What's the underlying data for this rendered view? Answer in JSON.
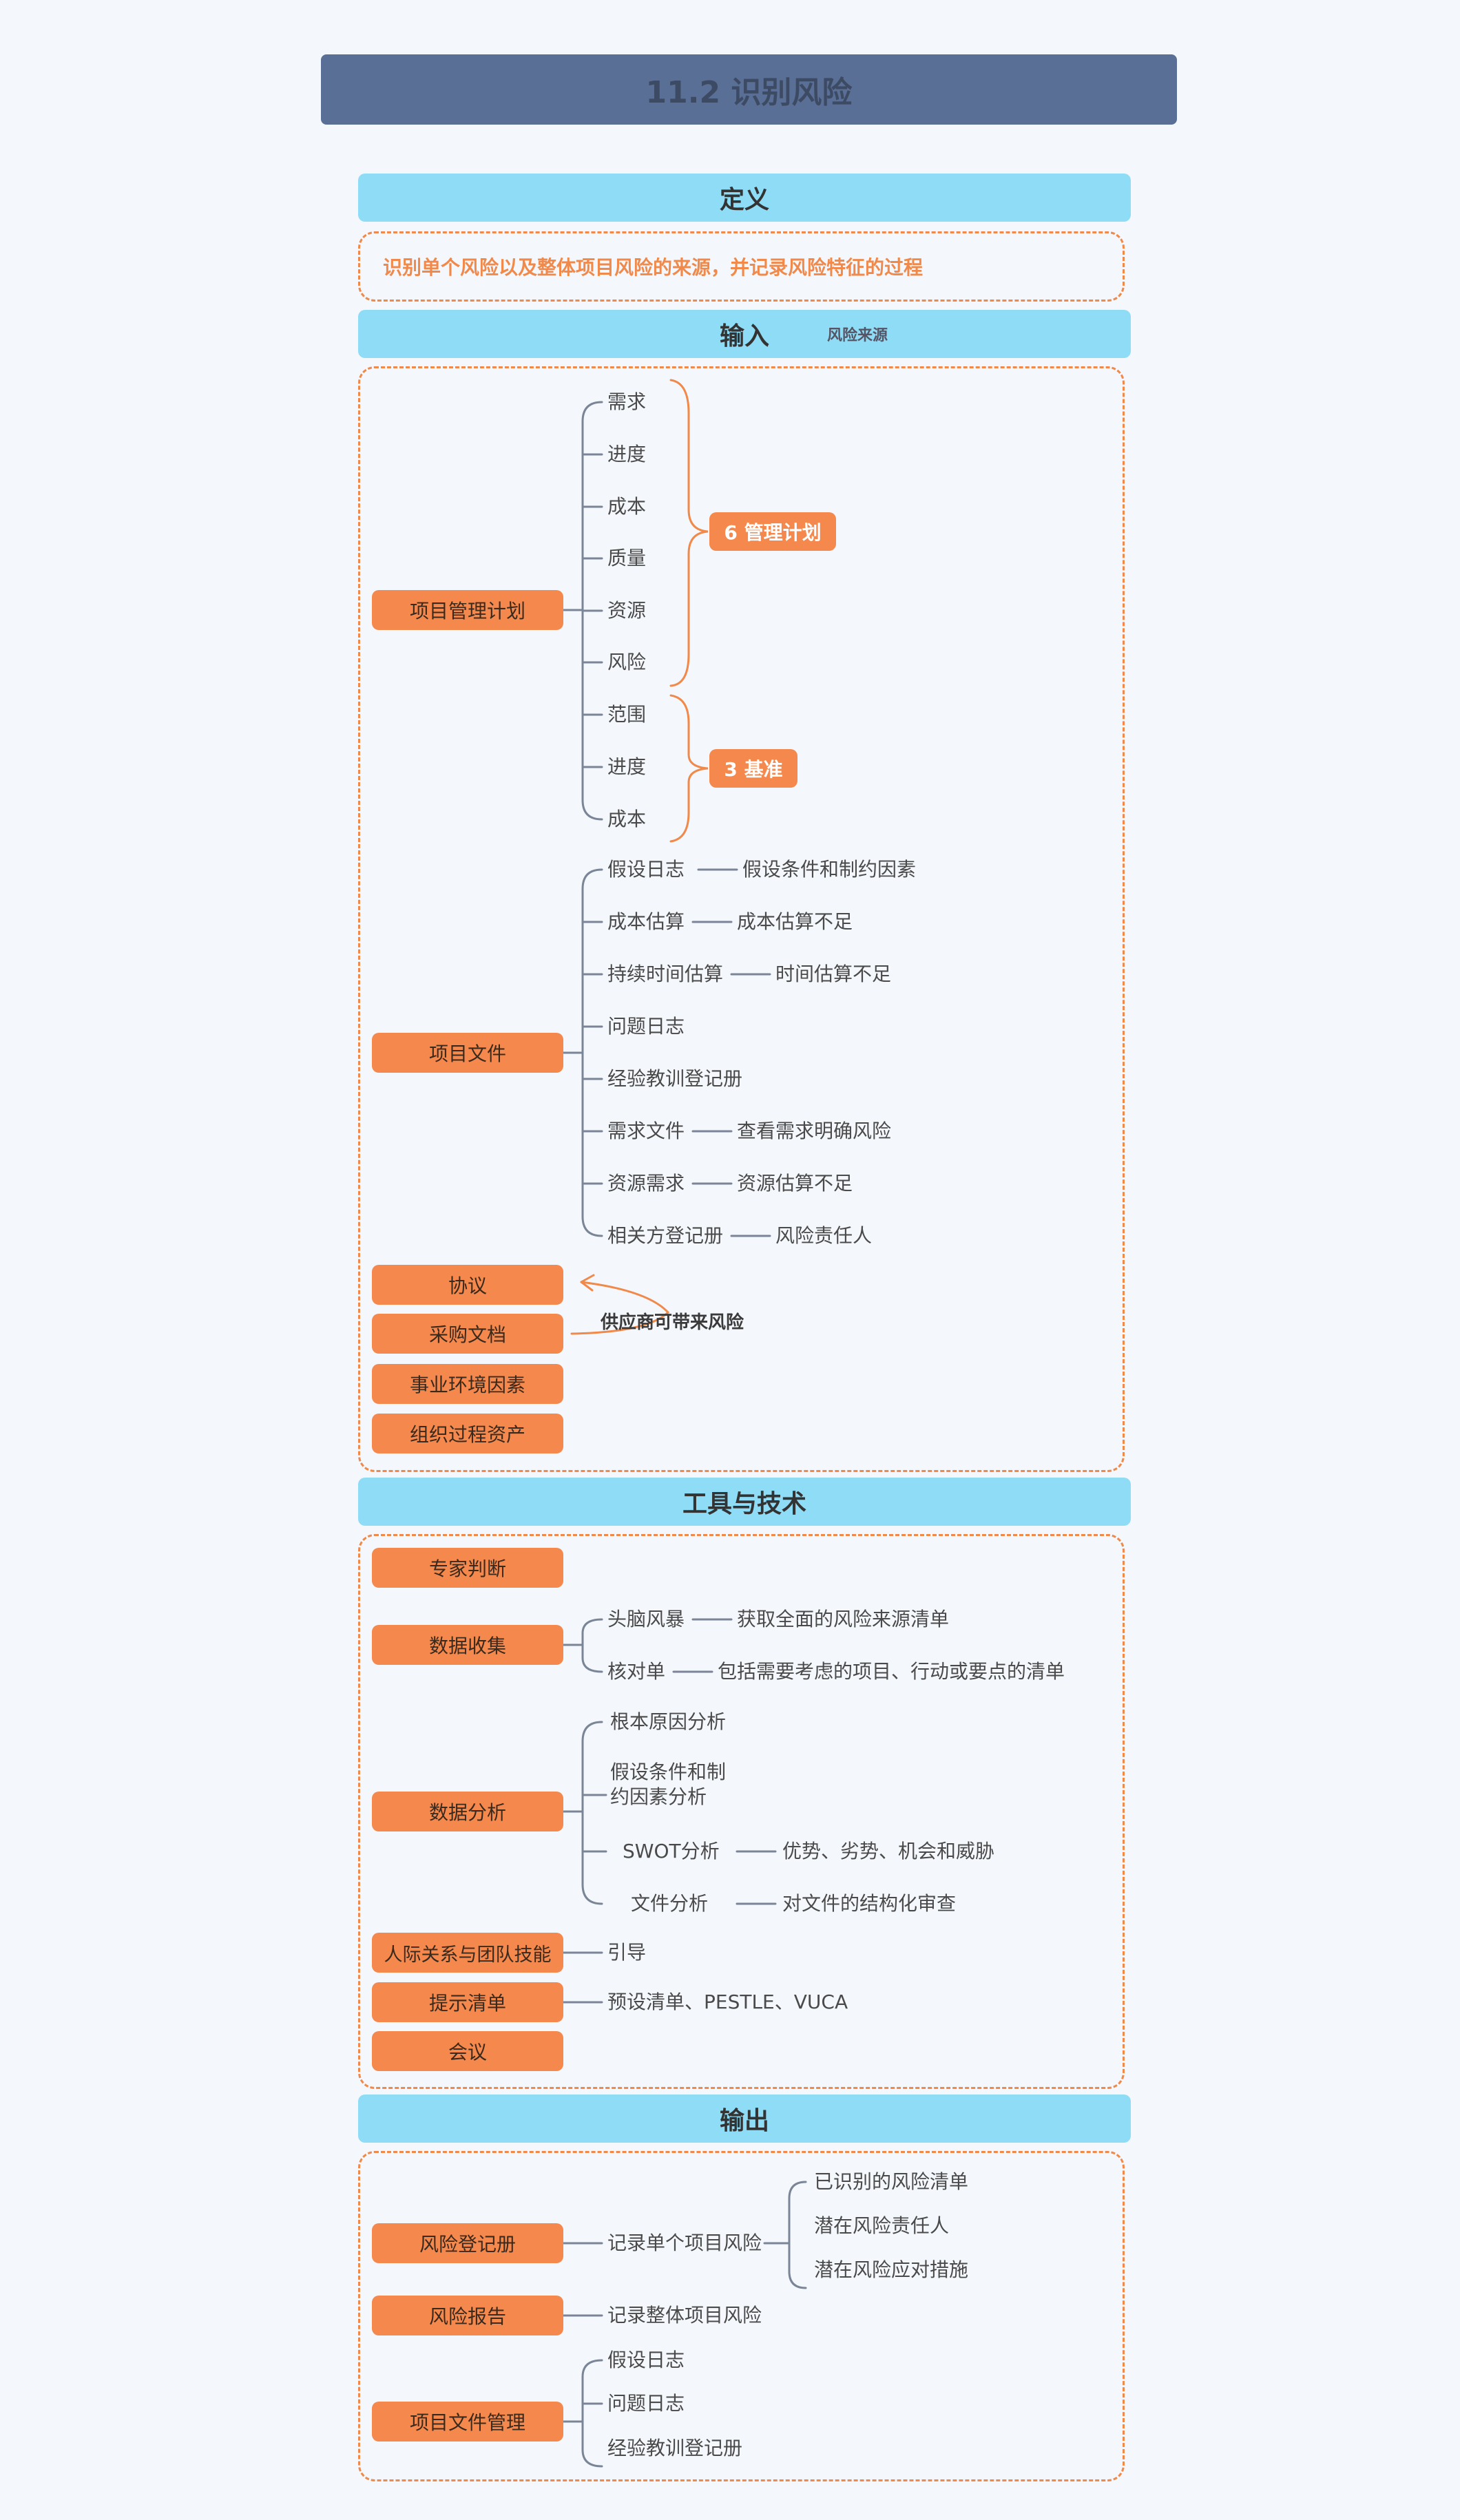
{
  "title": "11.2 识别风险",
  "definition": {
    "header": "定义",
    "text": "识别单个风险以及整体项目风险的来源，并记录风险特征的过程"
  },
  "inputs": {
    "header": "输入",
    "aside": "风险来源",
    "pm_plan": {
      "label": "项目管理计划",
      "items": [
        "需求",
        "进度",
        "成本",
        "质量",
        "资源",
        "风险",
        "范围",
        "进度",
        "成本"
      ],
      "group_plans": "6 管理计划",
      "group_baselines": "3 基准"
    },
    "project_docs": {
      "label": "项目文件",
      "items": [
        {
          "name": "假设日志",
          "note": "假设条件和制约因素"
        },
        {
          "name": "成本估算",
          "note": "成本估算不足"
        },
        {
          "name": "持续时间估算",
          "note": "时间估算不足"
        },
        {
          "name": "问题日志",
          "note": ""
        },
        {
          "name": "经验教训登记册",
          "note": ""
        },
        {
          "name": "需求文件",
          "note": "查看需求明确风险"
        },
        {
          "name": "资源需求",
          "note": "资源估算不足"
        },
        {
          "name": "相关方登记册",
          "note": "风险责任人"
        }
      ]
    },
    "agreements": "协议",
    "procurement": "采购文档",
    "supplier_note": "供应商可带来风险",
    "eef": "事业环境因素",
    "opa": "组织过程资产"
  },
  "tools": {
    "header": "工具与技术",
    "expert": "专家判断",
    "data_gathering": {
      "label": "数据收集",
      "items": [
        {
          "name": "头脑风暴",
          "note": "获取全面的风险来源清单"
        },
        {
          "name": "核对单",
          "note": "包括需要考虑的项目、行动或要点的清单"
        }
      ]
    },
    "data_analysis": {
      "label": "数据分析",
      "items": [
        {
          "name": "根本原因分析",
          "note": ""
        },
        {
          "name": "假设条件和制\n约因素分析",
          "note": ""
        },
        {
          "name": "SWOT分析",
          "note": "优势、劣势、机会和威胁"
        },
        {
          "name": "文件分析",
          "note": "对文件的结构化审查"
        }
      ]
    },
    "interpersonal": {
      "label": "人际关系与团队技能",
      "item": "引导"
    },
    "prompt_lists": {
      "label": "提示清单",
      "item": "预设清单、PESTLE、VUCA"
    },
    "meetings": "会议"
  },
  "outputs": {
    "header": "输出",
    "risk_register": {
      "label": "风险登记册",
      "item": "记录单个项目风险",
      "subitems": [
        "已识别的风险清单",
        "潜在风险责任人",
        "潜在风险应对措施"
      ]
    },
    "risk_report": {
      "label": "风险报告",
      "item": "记录整体项目风险"
    },
    "doc_updates": {
      "label": "项目文件管理",
      "items": [
        "假设日志",
        "问题日志",
        "经验教训登记册"
      ]
    }
  },
  "colors": {
    "title_bg": "#5a6f96",
    "section_bg": "#8fdcf6",
    "node_bg": "#f5884c",
    "accent": "#f0894a",
    "line": "#7a8597",
    "page_bg": "#f4f8fc"
  }
}
